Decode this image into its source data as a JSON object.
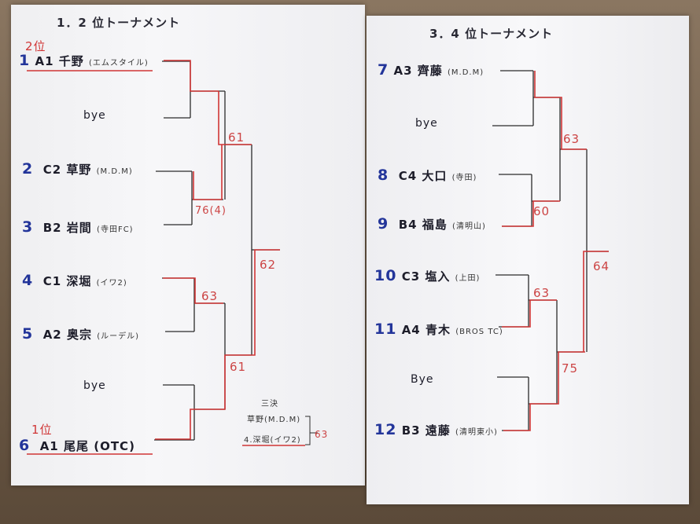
{
  "left_sheet": {
    "title": "1．2 位トーナメント",
    "rank_top": "2位",
    "rank_bottom": "1位",
    "entries": [
      {
        "num": "1",
        "seed": "A1",
        "name": "千野",
        "club": "(エムスタイル)"
      },
      {
        "num": "",
        "seed": "",
        "name": "bye",
        "club": ""
      },
      {
        "num": "2",
        "seed": "C2",
        "name": "草野",
        "club": "(M.D.M)"
      },
      {
        "num": "3",
        "seed": "B2",
        "name": "岩間",
        "club": "(寺田FC)"
      },
      {
        "num": "4",
        "seed": "C1",
        "name": "深堀",
        "club": "(イワ2)"
      },
      {
        "num": "5",
        "seed": "A2",
        "name": "奥宗",
        "club": "(ルーデル)"
      },
      {
        "num": "",
        "seed": "",
        "name": "bye",
        "club": ""
      },
      {
        "num": "6",
        "seed": "A1",
        "name": "尾尾",
        "club": "(OTC)"
      }
    ],
    "scores": {
      "r1_top": "61",
      "r1_mid": "76(4)",
      "r1_low": "63",
      "r1_bot": "61",
      "final": "62"
    },
    "note": {
      "heading": "三決",
      "line1": "草野(M.D.M)",
      "line2": "4.深堀(イワ2)",
      "score": "63"
    }
  },
  "right_sheet": {
    "title": "3．4 位トーナメント",
    "entries": [
      {
        "num": "7",
        "seed": "A3",
        "name": "齊藤",
        "club": "(M.D.M)"
      },
      {
        "num": "",
        "seed": "",
        "name": "bye",
        "club": ""
      },
      {
        "num": "8",
        "seed": "C4",
        "name": "大口",
        "club": "(寺田)"
      },
      {
        "num": "9",
        "seed": "B4",
        "name": "福島",
        "club": "(清明山)"
      },
      {
        "num": "10",
        "seed": "C3",
        "name": "塩入",
        "club": "(上田)"
      },
      {
        "num": "11",
        "seed": "A4",
        "name": "青木",
        "club": "(BROS TC)"
      },
      {
        "num": "",
        "seed": "",
        "name": "Bye",
        "club": ""
      },
      {
        "num": "12",
        "seed": "B3",
        "name": "遠藤",
        "club": "(清明東小)"
      }
    ],
    "scores": {
      "r1_top": "63",
      "r1_mid": "60",
      "r1_low": "63",
      "r1_bot": "75",
      "final": "64"
    }
  },
  "colors": {
    "ink": "#1d1d2a",
    "number_blue": "#23359a",
    "red_pen": "#d03535",
    "line": "#2b2b2b"
  }
}
